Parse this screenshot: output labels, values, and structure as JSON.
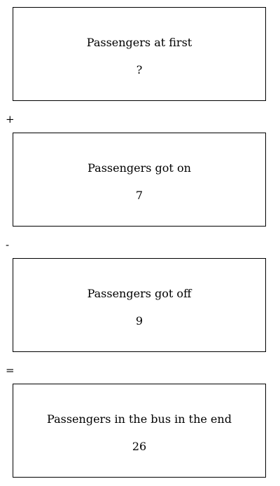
{
  "steps": [
    {
      "label": "Passengers at first",
      "value": "?"
    },
    {
      "label": "Passengers got on",
      "value": "7"
    },
    {
      "label": "Passengers got off",
      "value": "9"
    },
    {
      "label": "Passengers in the bus in the end",
      "value": "26"
    }
  ],
  "operators": [
    "+",
    "-",
    "="
  ]
}
